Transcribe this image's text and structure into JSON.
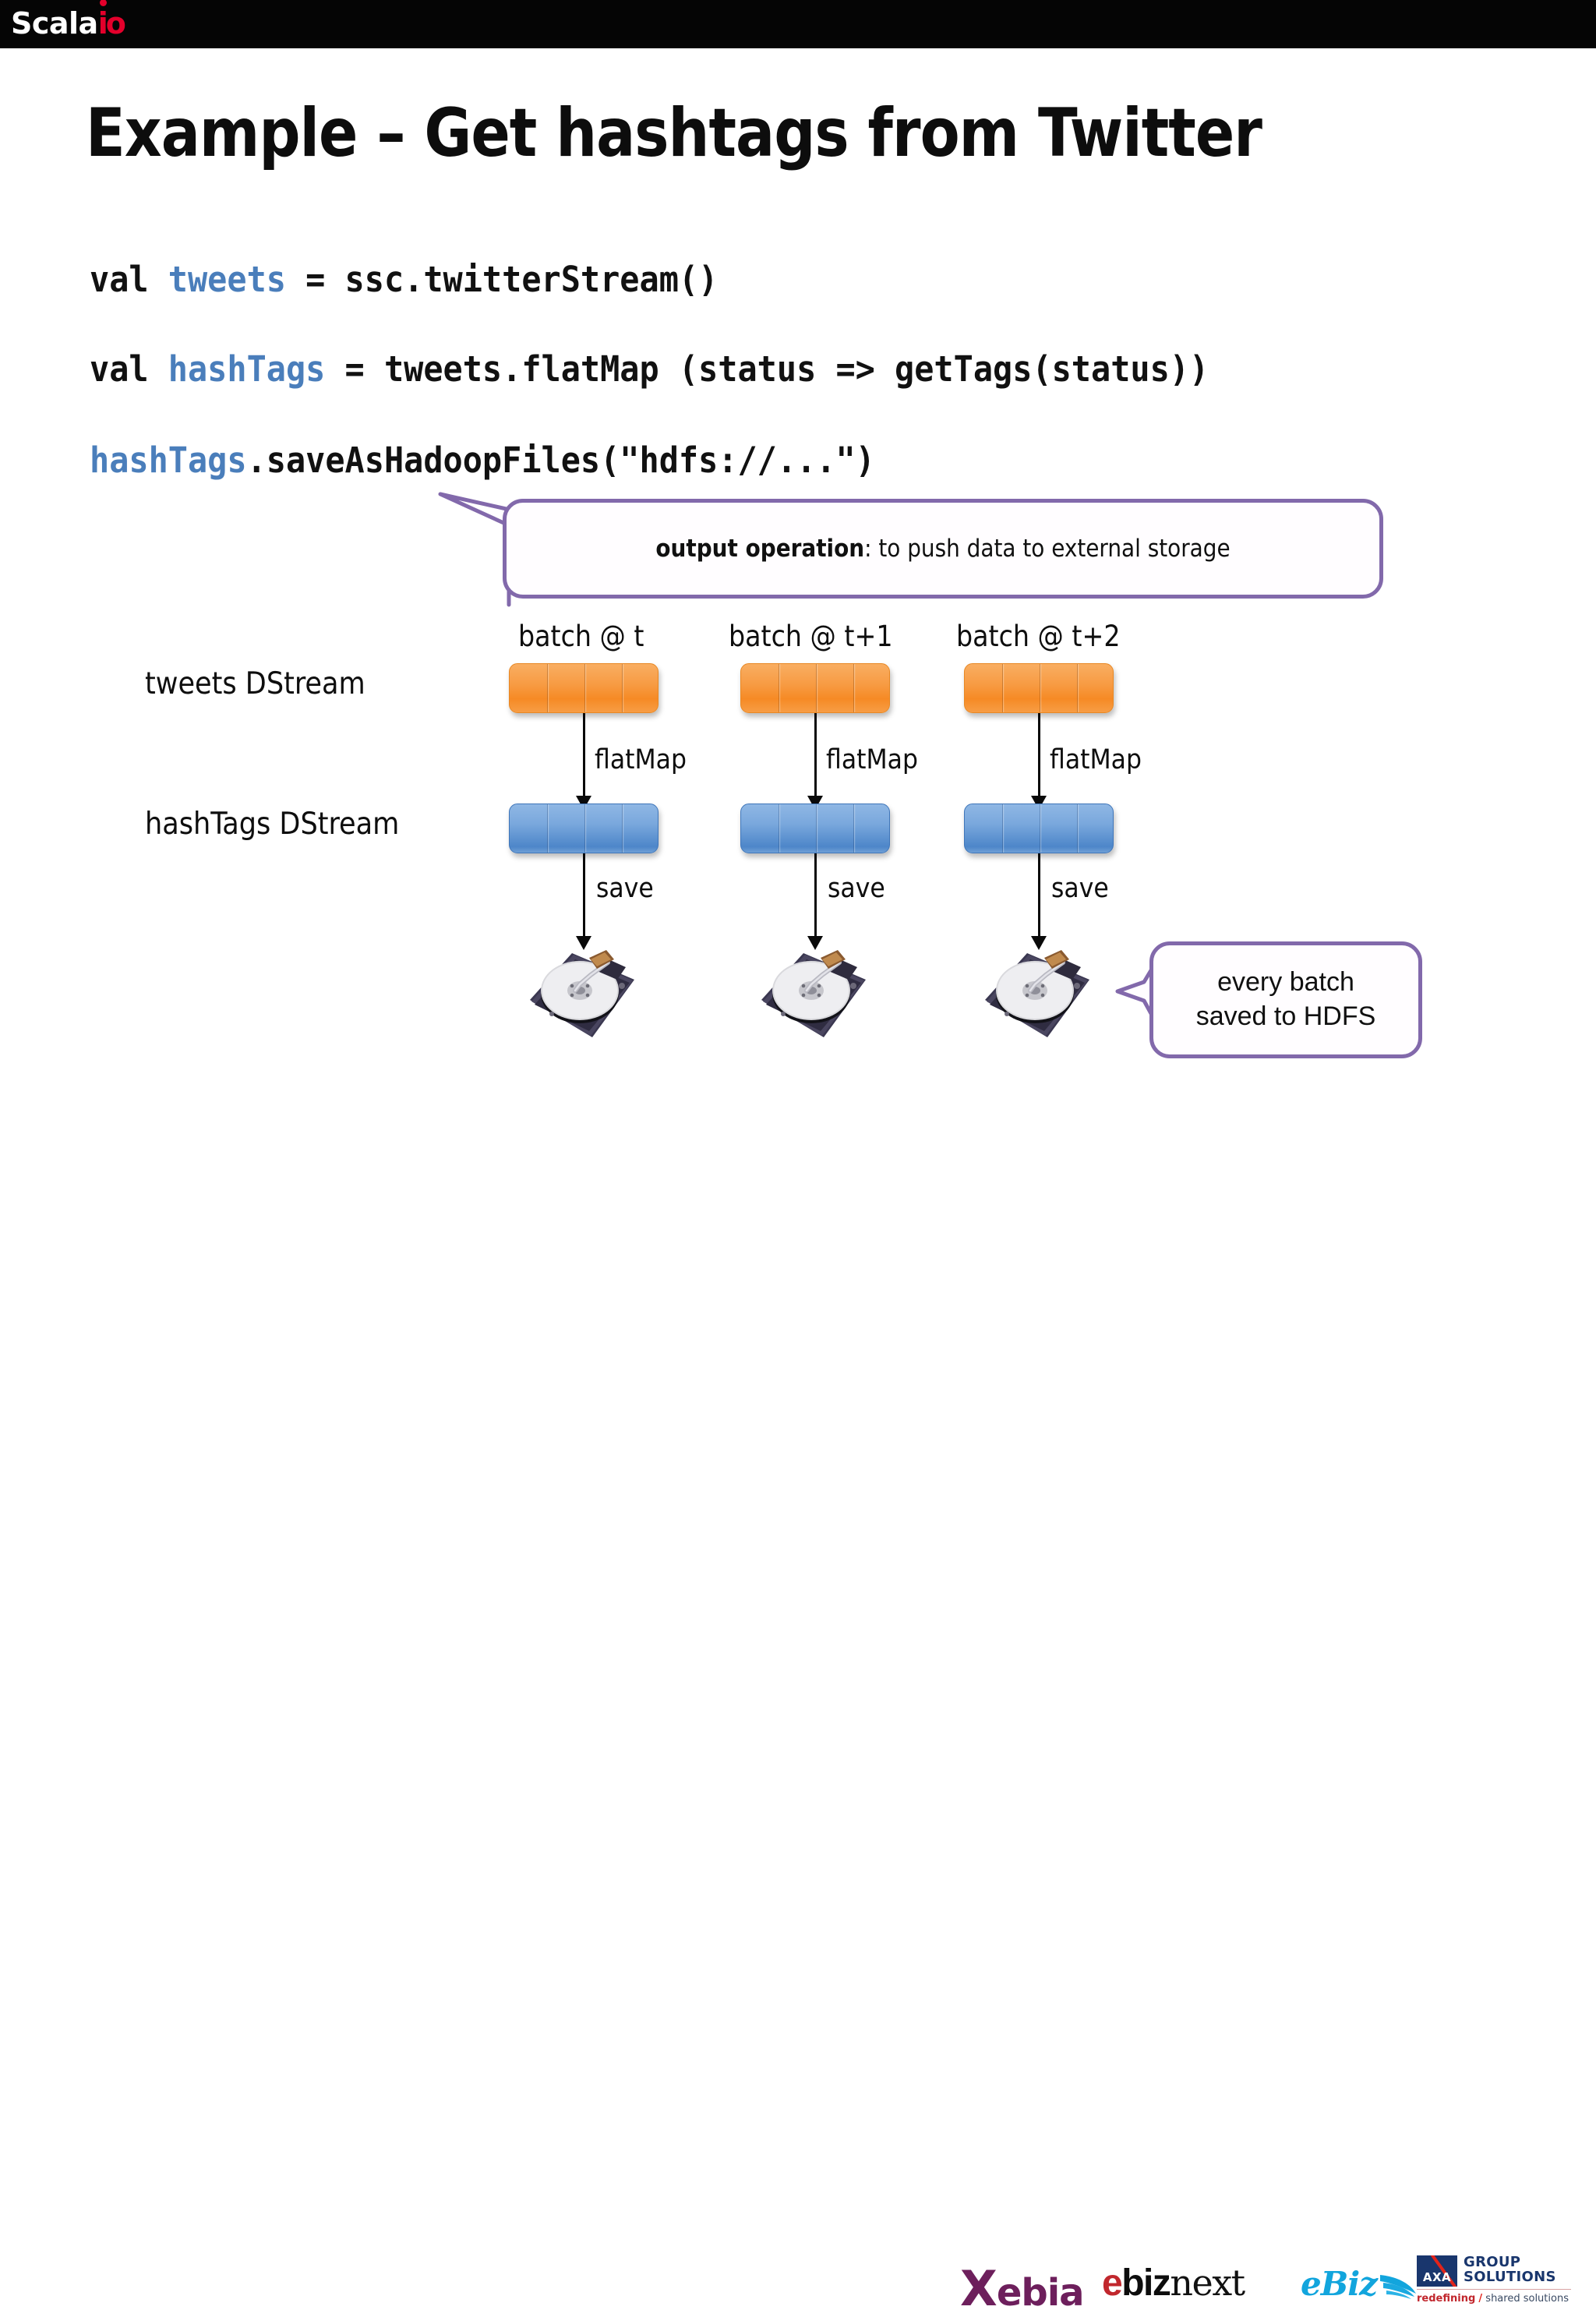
{
  "brand": {
    "logo_main": "Scala",
    "logo_accent": "io"
  },
  "slide": {
    "title": "Example – Get hashtags from Twitter"
  },
  "code": {
    "line1": {
      "kw": "val",
      "var": "tweets",
      "rest": " = ssc.twitterStream()"
    },
    "line2": {
      "kw": "val",
      "var": "hashTags",
      "rest": " = tweets.flatMap (status => getTags(status))"
    },
    "line3": {
      "var": "hashTags",
      "rest": ".saveAsHadoopFiles(\"hdfs://...\")"
    }
  },
  "callouts": {
    "output_operation": {
      "bold": "output operation",
      "rest": ": to push data to external storage"
    },
    "hdfs": {
      "line1": "every batch",
      "line2": "saved to HDFS"
    }
  },
  "diagram": {
    "batch_labels": [
      "batch @ t",
      "batch @ t+1",
      "batch @ t+2"
    ],
    "row_labels": {
      "tweets": "tweets DStream",
      "hashtags": "hashTags DStream"
    },
    "op_flatmap": [
      "flatMap",
      "flatMap",
      "flatMap"
    ],
    "op_save": [
      "save",
      "save",
      "save"
    ],
    "colors": {
      "orange": "#f79a41",
      "blue": "#5f94d2",
      "callout_purple": "#8269ab",
      "code_blue": "#4a7ebb",
      "topbar": "#050505",
      "logo_red": "#e4002b"
    }
  },
  "footer": {
    "sponsors": [
      {
        "name": "Xebia",
        "x": "X",
        "rest": "ebia"
      },
      {
        "name": "ebiznext",
        "e": "e",
        "biz": "biz",
        "next": "next"
      },
      {
        "name": "eBiz",
        "text": "eBiz"
      },
      {
        "name": "AXA Group Solutions",
        "badge": "AXA",
        "line1": "GROUP",
        "line2": "SOLUTIONS",
        "tag_red": "redefining",
        "tag_slash": "/",
        "tag_grey": "shared solutions"
      }
    ]
  }
}
